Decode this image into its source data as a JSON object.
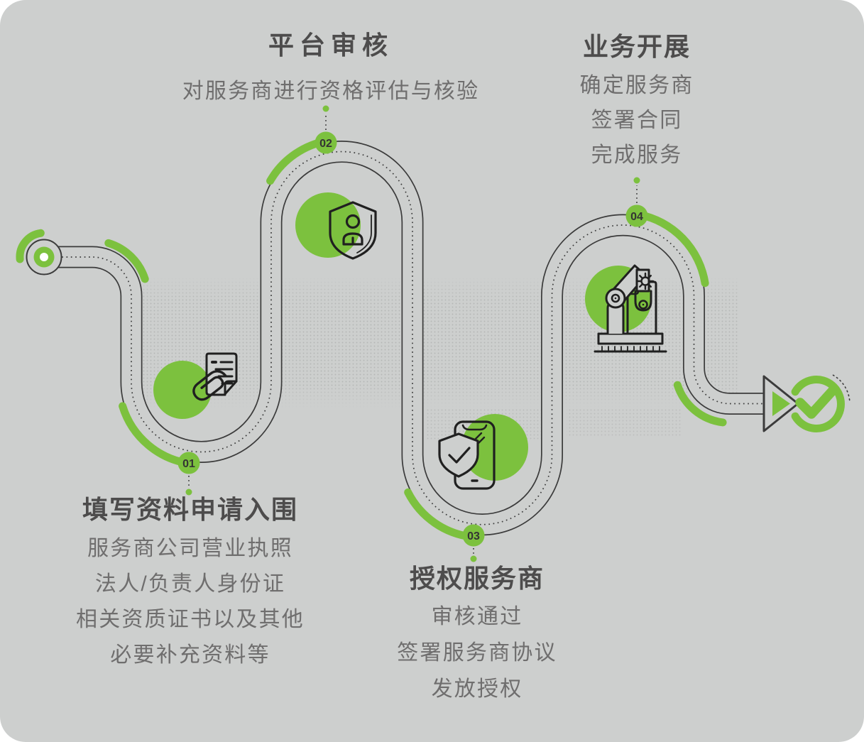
{
  "diagram_title": "",
  "steps": [
    {
      "number": "01",
      "title": "填写资料申请入围",
      "lines": [
        "服务商公司营业执照",
        "法人/负责人身份证",
        "相关资质证书以及其他",
        "必要补充资料等"
      ],
      "icon": "document-paperclip-icon"
    },
    {
      "number": "02",
      "title": "平台审核",
      "lines": [
        "对服务商进行资格评估与核验"
      ],
      "icon": "shield-user-icon"
    },
    {
      "number": "03",
      "title": "授权服务商",
      "lines": [
        "审核通过",
        "签署服务商协议",
        "发放授权"
      ],
      "icon": "phone-shield-check-icon"
    },
    {
      "number": "04",
      "title": "业务开展",
      "lines": [
        "确定服务商",
        "签署合同",
        "完成服务"
      ],
      "icon": "robot-arm-gear-icon"
    }
  ],
  "start": {
    "icon": "start-node-icon"
  },
  "end": {
    "icon": "check-circle-icon",
    "arrow": "arrow-right-icon"
  },
  "colors": {
    "accent_green": "#7cc13e",
    "background": "#cdcfce",
    "line_dark": "#3b3b3b",
    "icon_dark": "#202020",
    "title_text": "#4d4c4c",
    "body_text": "#6f6e6e"
  }
}
